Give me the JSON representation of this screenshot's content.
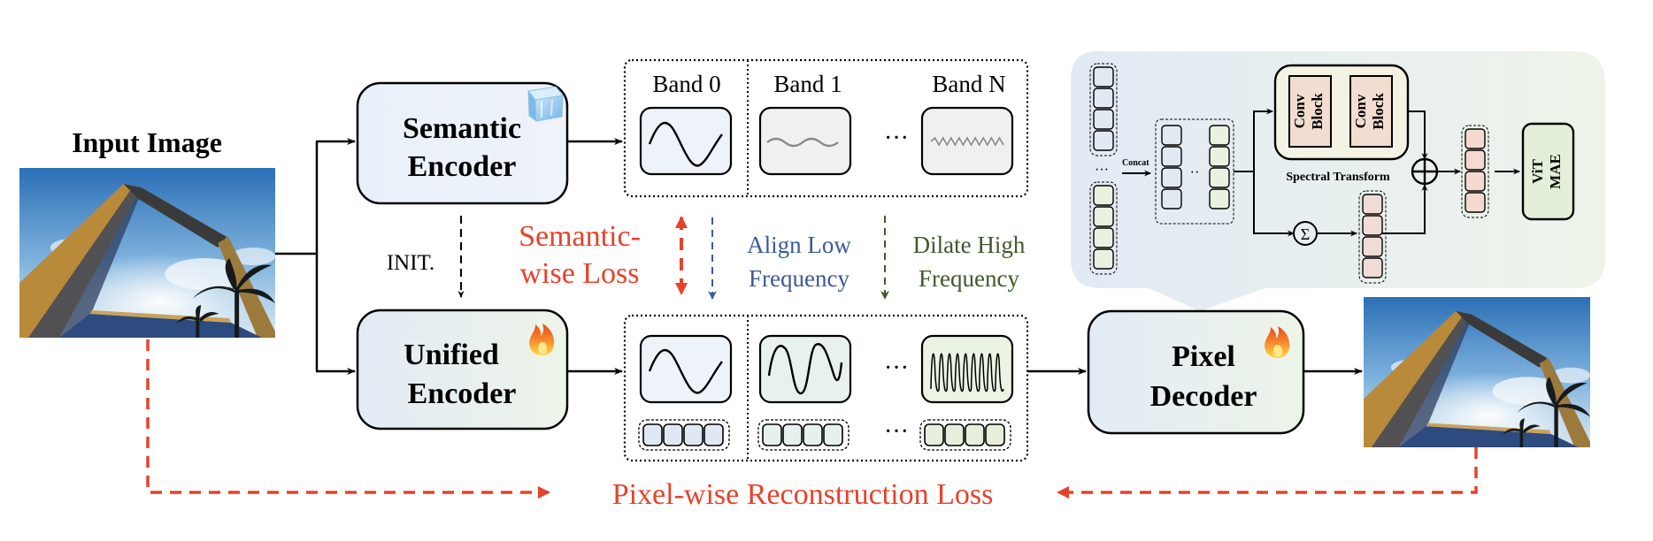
{
  "input": {
    "title": "Input Image",
    "photo": "dubai-frame-photo"
  },
  "semantic_encoder": {
    "line1": "Semantic",
    "line2": "Encoder",
    "status_icon": "ice-cube-icon",
    "state": "frozen"
  },
  "unified_encoder": {
    "line1": "Unified",
    "line2": "Encoder",
    "status_icon": "fire-icon",
    "state": "trainable"
  },
  "init_label": "INIT.",
  "bands_top": {
    "labels": [
      "Band 0",
      "Band 1",
      "Band N"
    ],
    "ellipsis": "···"
  },
  "bands_bottom": {
    "ellipsis": "···",
    "tokens_per_group": 4
  },
  "losses": {
    "semantic_line1": "Semantic-",
    "semantic_line2": "wise Loss",
    "align_line1": "Align Low",
    "align_line2": "Frequency",
    "dilate_line1": "Dilate High",
    "dilate_line2": "Frequency",
    "pixel": "Pixel-wise Reconstruction Loss"
  },
  "pixel_decoder": {
    "line1": "Pixel",
    "line2": "Decoder",
    "status_icon": "fire-icon",
    "state": "trainable"
  },
  "decoder_detail": {
    "concat_label": "Concat",
    "conv_line1": "Conv",
    "conv_line2": "Block",
    "spectral_label": "Spectral Transform",
    "sum_symbol": "Σ",
    "vit_line1": "ViT",
    "vit_line2": "MAE"
  },
  "output": {
    "photo": "dubai-frame-photo-reconstructed"
  },
  "colors": {
    "loss_red": "#e8412c",
    "align_blue": "#3a5a9a",
    "dilate_green": "#3f5a2a",
    "box_blue": "#e6eef8",
    "box_green": "#eaf3e6",
    "token_pink": "#f3d9d0",
    "token_green": "#eaf2df",
    "spectral_bg": "#f4f2e2"
  }
}
